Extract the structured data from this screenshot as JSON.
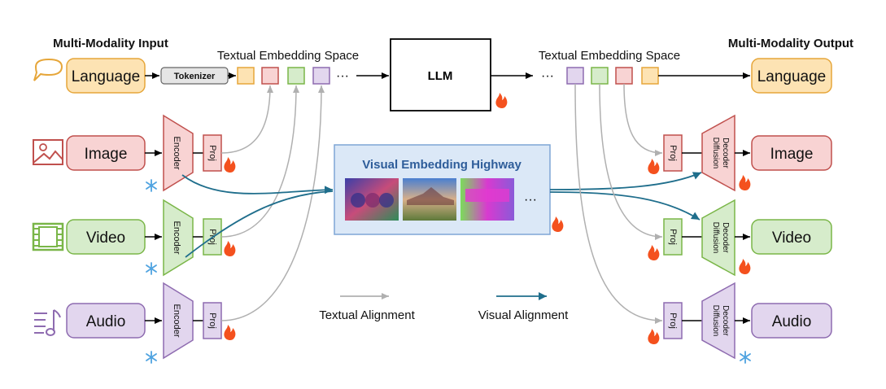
{
  "headers": {
    "input": "Multi-Modality Input",
    "output": "Multi-Modality Output",
    "embed_left": "Textual Embedding Space",
    "embed_right": "Textual Embedding Space"
  },
  "llm": {
    "label": "LLM"
  },
  "tokenizer": {
    "label": "Tokenizer"
  },
  "inputs": [
    {
      "label": "Language",
      "icon": "speech-bubble-icon",
      "color": "#fde3b3",
      "stroke": "#e6a63a"
    },
    {
      "label": "Image",
      "icon": "image-icon",
      "color": "#f8d3d3",
      "stroke": "#c0504d",
      "encoder": "Encoder",
      "proj": "Proj"
    },
    {
      "label": "Video",
      "icon": "film-icon",
      "color": "#d6eccb",
      "stroke": "#7ab648",
      "encoder": "Encoder",
      "proj": "Proj"
    },
    {
      "label": "Audio",
      "icon": "music-icon",
      "color": "#e2d6ee",
      "stroke": "#8e6bb0",
      "encoder": "Encoder",
      "proj": "Proj"
    }
  ],
  "outputs": [
    {
      "label": "Language",
      "color": "#fde3b3",
      "stroke": "#e6a63a"
    },
    {
      "label": "Image",
      "color": "#f8d3d3",
      "stroke": "#c0504d",
      "decoder_line1": "Diffusion",
      "decoder_line2": "Decoder",
      "proj": "Proj"
    },
    {
      "label": "Video",
      "color": "#d6eccb",
      "stroke": "#7ab648",
      "decoder_line1": "Diffusion",
      "decoder_line2": "Decoder",
      "proj": "Proj"
    },
    {
      "label": "Audio",
      "color": "#e2d6ee",
      "stroke": "#8e6bb0",
      "decoder_line1": "Diffusion",
      "decoder_line2": "Decoder",
      "proj": "Proj"
    }
  ],
  "ellipsis": "···",
  "highway": {
    "title": "Visual Embedding Highway",
    "ellipsis": "···"
  },
  "legend": {
    "textual": "Textual Alignment",
    "visual": "Visual Alignment"
  },
  "colors": {
    "textual_arrow": "#b0b0b0",
    "visual_arrow": "#1f6e8c",
    "highway_fill": "#dbe8f7",
    "highway_stroke": "#7ea6d6",
    "fire": "#f4511e",
    "snow": "#4fa3e0"
  }
}
